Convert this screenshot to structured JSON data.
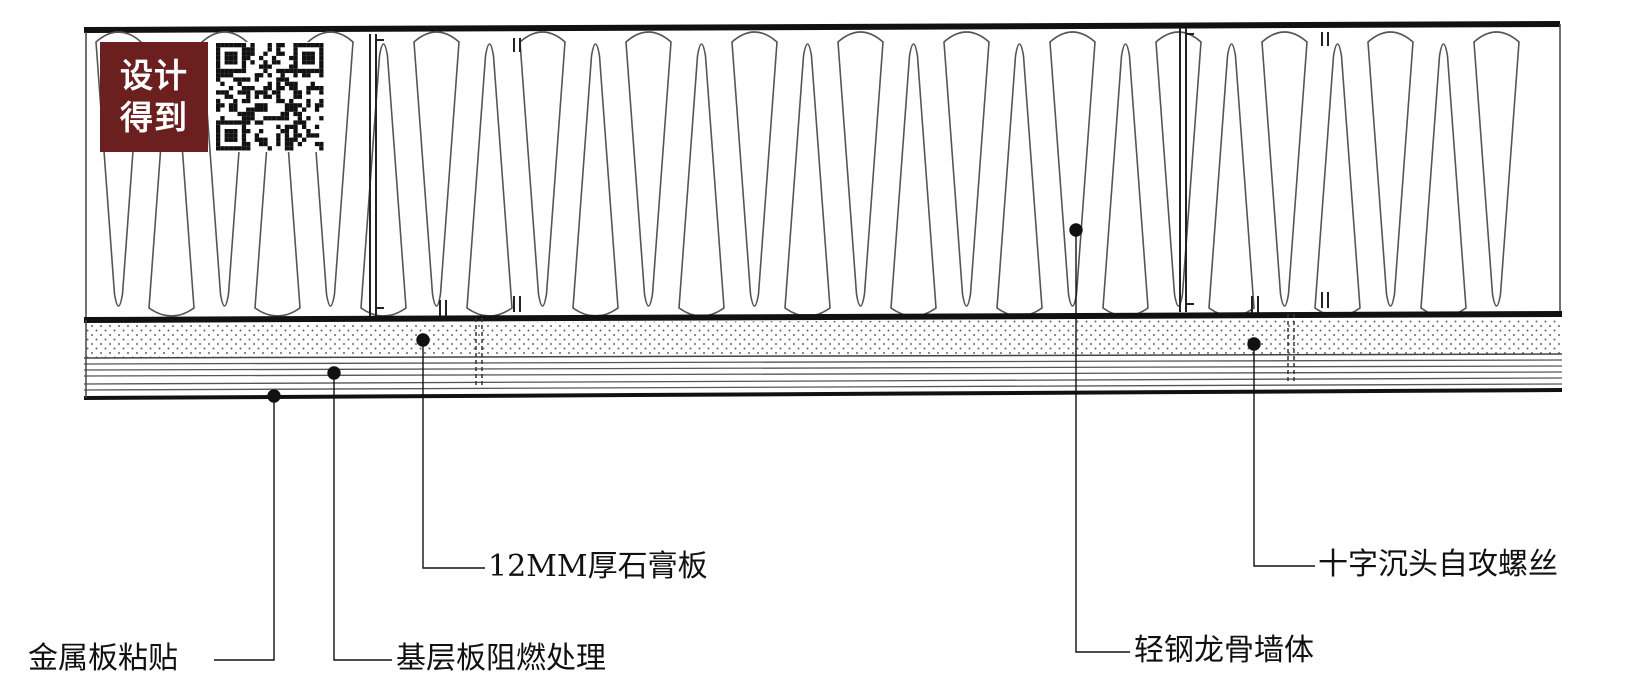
{
  "logo": {
    "line1": "设计",
    "line2": "得到"
  },
  "labels": {
    "gypsum_board": "12MM厚石膏板",
    "screw": "十字沉头自攻螺丝",
    "metal_panel": "金属板粘贴",
    "base_board": "基层板阻燃处理",
    "steel_stud_wall": "轻钢龙骨墙体"
  },
  "colors": {
    "ink": "#111111",
    "logo_bg": "#6b1f1f"
  }
}
